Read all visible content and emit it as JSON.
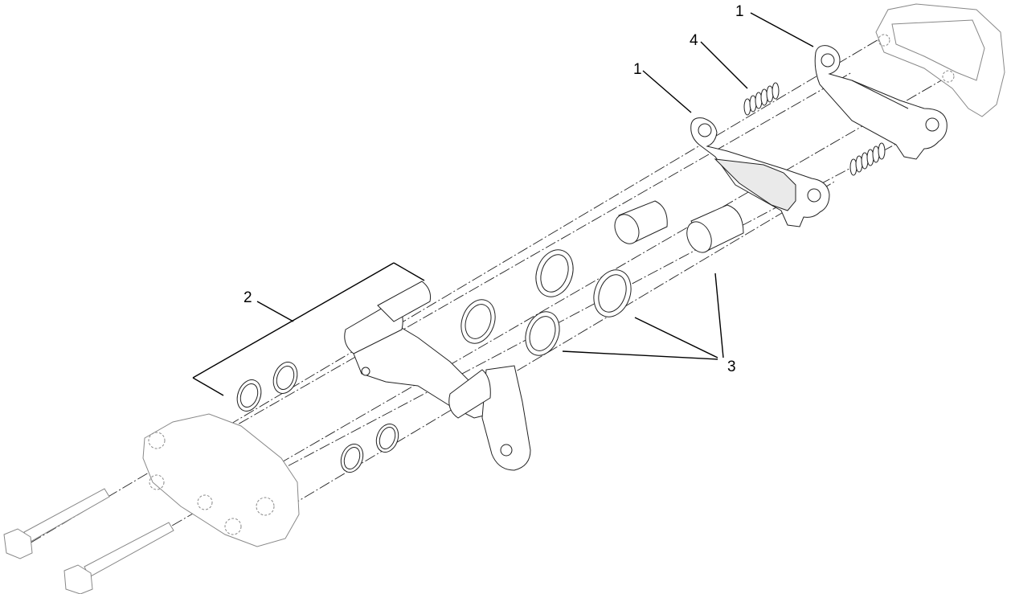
{
  "callouts": {
    "c1a": "1",
    "c1b": "1",
    "c2": "2",
    "c3": "3",
    "c4": "4"
  }
}
